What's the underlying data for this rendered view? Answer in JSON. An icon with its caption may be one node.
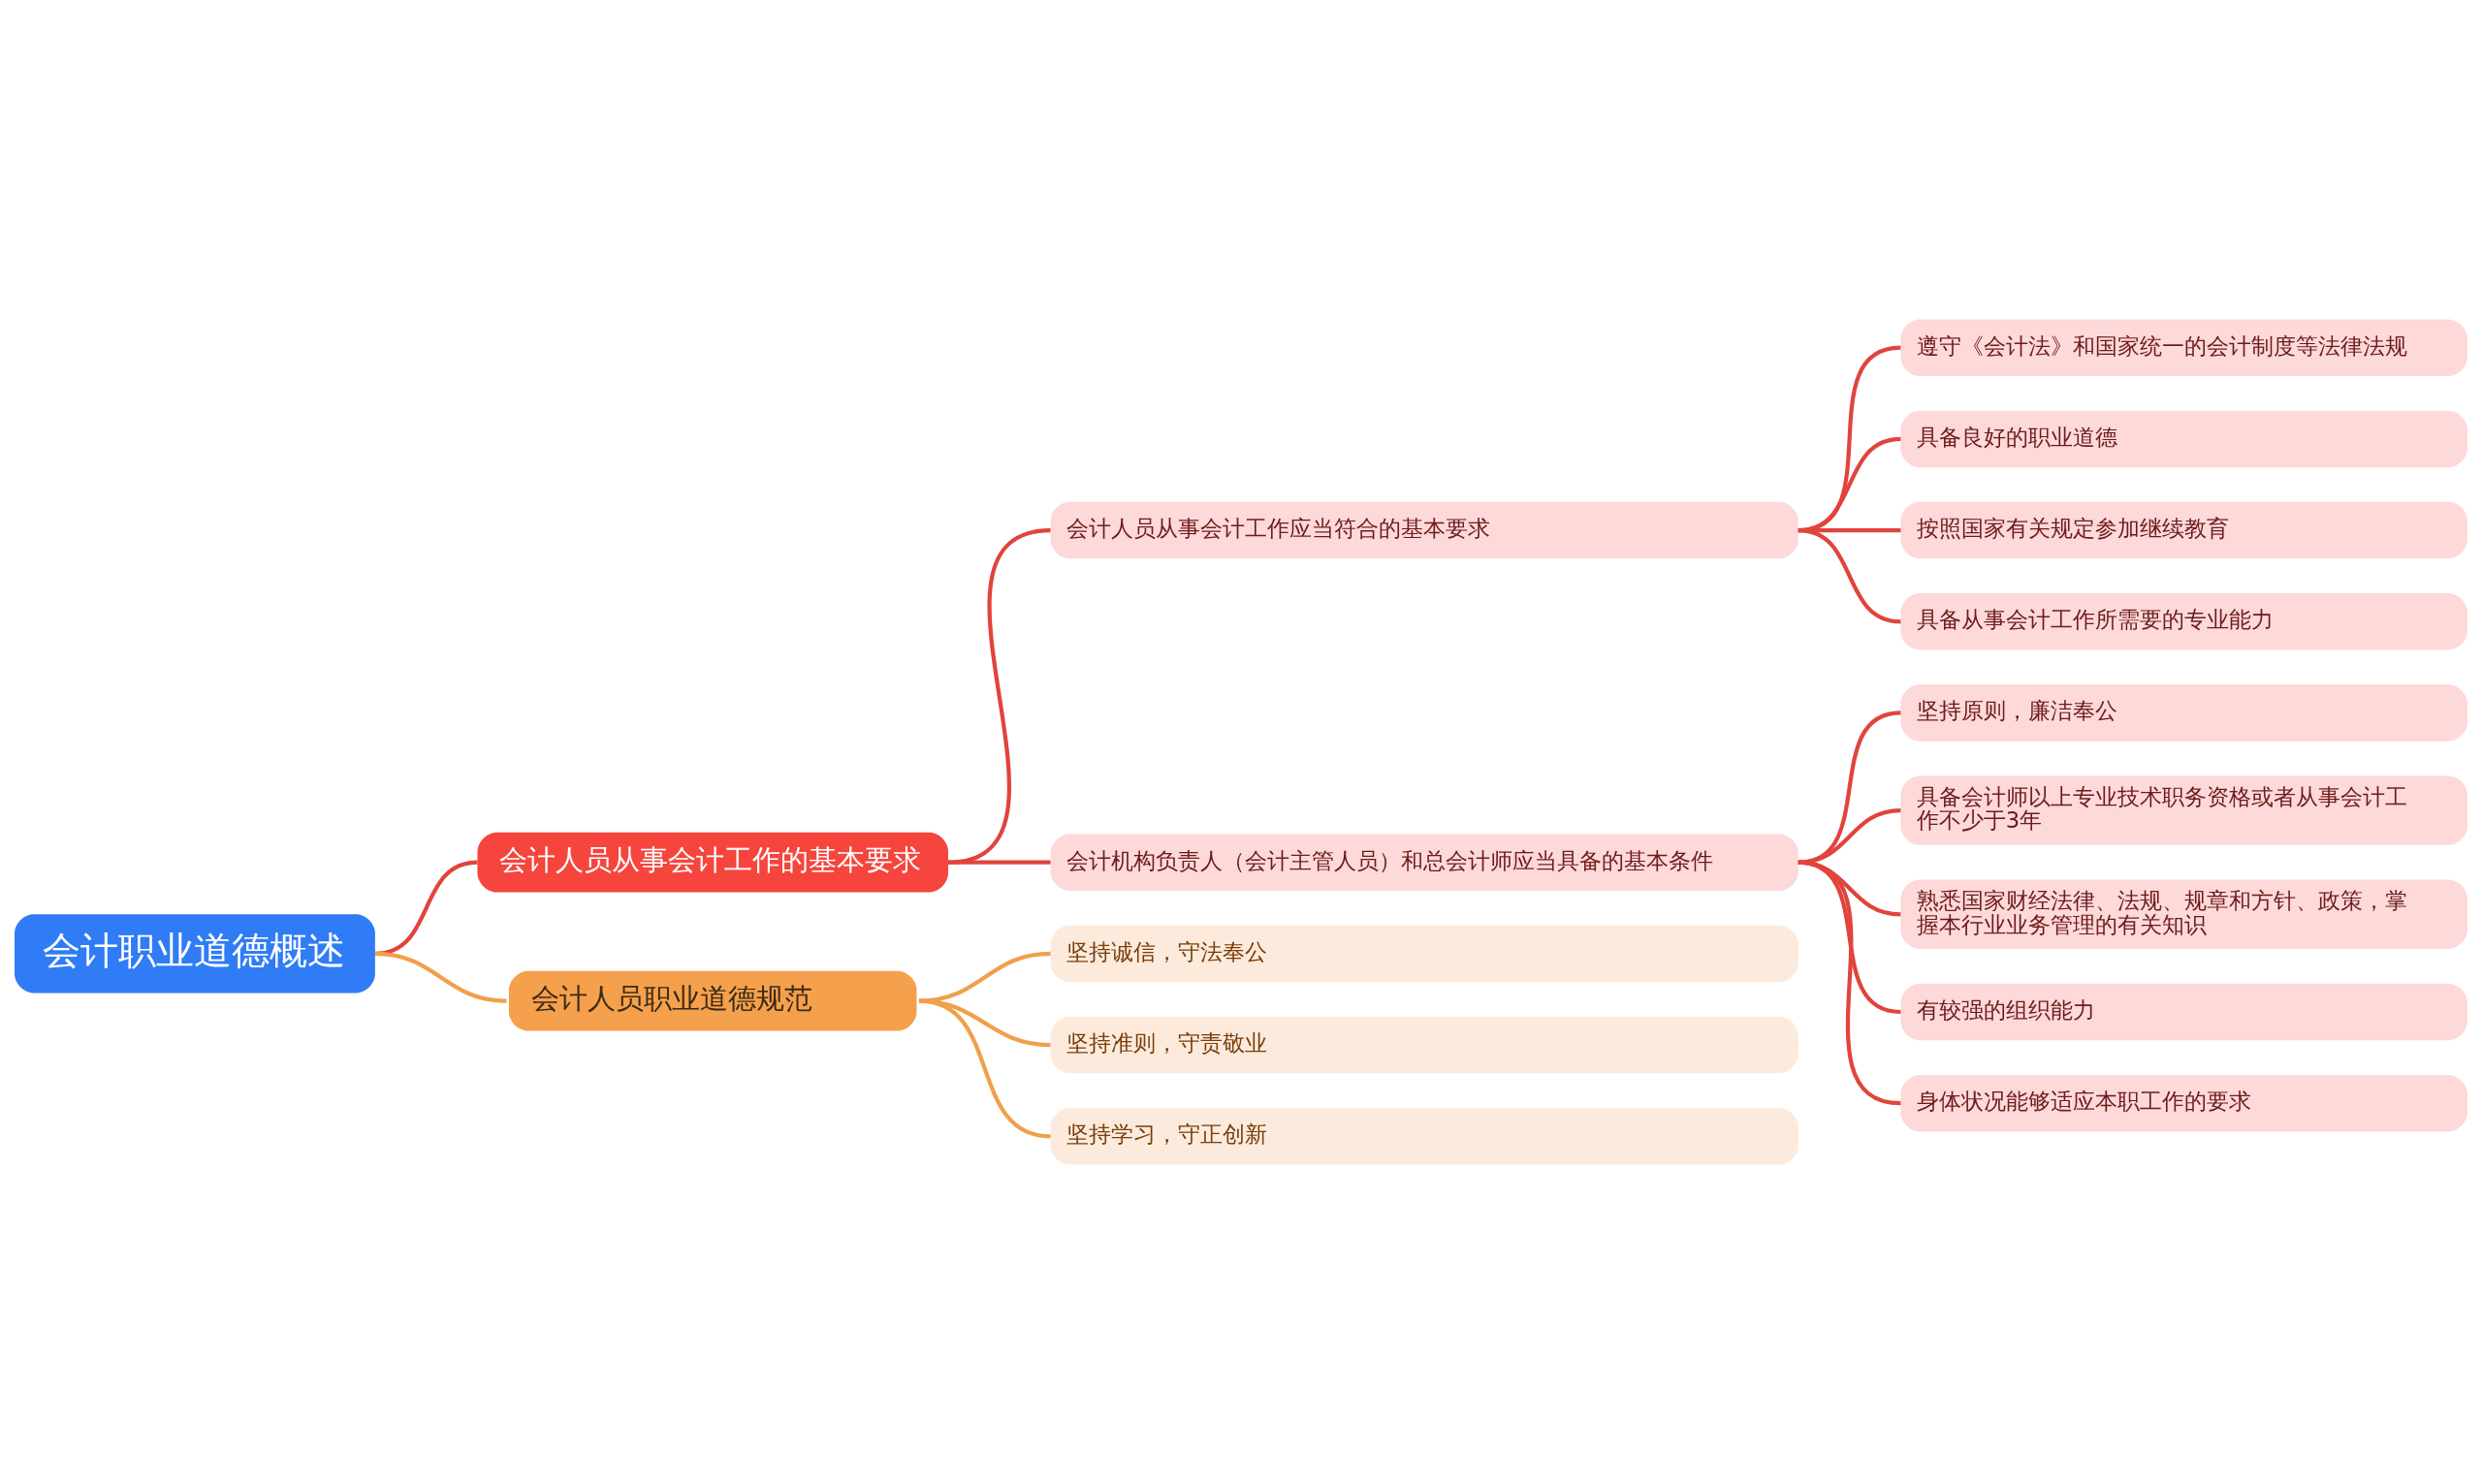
{
  "diagram": {
    "nodes": [
      {
        "text": [
          "会计职业道德概述"
        ]
      },
      {
        "text": [
          "会计人员从事会计工作的基本要求"
        ]
      },
      {
        "text": [
          "会计人员从事会计工作应当符合的基本要求"
        ]
      },
      {
        "text": [
          "遵守《会计法》和国家统一的会计制度等法律法规"
        ]
      },
      {
        "text": [
          "具备良好的职业道德"
        ]
      },
      {
        "text": [
          "按照国家有关规定参加继续教育"
        ]
      },
      {
        "text": [
          "具备从事会计工作所需要的专业能力"
        ]
      },
      {
        "text": [
          "会计机构负责人（会计主管人员）和总会计师应当具备的基本条件"
        ]
      },
      {
        "text": [
          "坚持原则，廉洁奉公"
        ]
      },
      {
        "text": [
          "具备会计师以上专业技术职务资格或者从事会计工作不少于3年"
        ]
      },
      {
        "text": [
          "熟悉国家财经法律、法规、规章和方针、政策，掌握本行业业务管理的有关知识"
        ]
      },
      {
        "text": [
          "有较强的组织能力"
        ]
      },
      {
        "text": [
          "身体状况能够适应本职工作的要求"
        ]
      },
      {
        "text": [
          "会计人员职业道德规范"
        ]
      },
      {
        "text": [
          "坚持诚信，守法奉公"
        ]
      },
      {
        "text": [
          "坚持准则，守责敬业"
        ]
      },
      {
        "text": [
          "坚持学习，守正创新"
        ]
      }
    ],
    "edges": [
      {
        "from": 0,
        "to": 1,
        "arrow": "none"
      },
      {
        "from": 1,
        "to": 2,
        "arrow": "none"
      },
      {
        "from": 2,
        "to": 3,
        "arrow": "none"
      },
      {
        "from": 2,
        "to": 4,
        "arrow": "none"
      },
      {
        "from": 2,
        "to": 5,
        "arrow": "none"
      },
      {
        "from": 2,
        "to": 6,
        "arrow": "none"
      },
      {
        "from": 1,
        "to": 7,
        "arrow": "none"
      },
      {
        "from": 7,
        "to": 8,
        "arrow": "none"
      },
      {
        "from": 7,
        "to": 9,
        "arrow": "none"
      },
      {
        "from": 7,
        "to": 10,
        "arrow": "none"
      },
      {
        "from": 7,
        "to": 11,
        "arrow": "none"
      },
      {
        "from": 7,
        "to": 12,
        "arrow": "none"
      },
      {
        "from": 0,
        "to": 13,
        "arrow": "none",
        "color": "#f0a04b"
      },
      {
        "from": 13,
        "to": 14,
        "arrow": "none",
        "color": "#f0a04b"
      },
      {
        "from": 13,
        "to": 15,
        "arrow": "none",
        "color": "#f0a04b"
      },
      {
        "from": 13,
        "to": 16,
        "arrow": "none",
        "color": "#f0a04b"
      }
    ]
  }
}
